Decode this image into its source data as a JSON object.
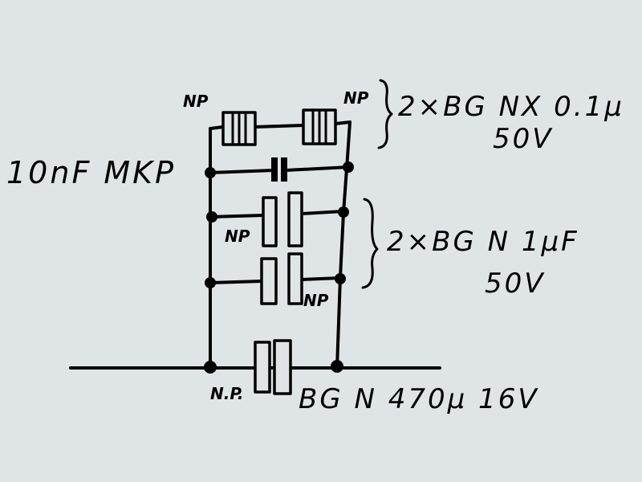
{
  "labels": {
    "mkp": "10nF MKP",
    "np_top_left": "NP",
    "np_top_right": "NP",
    "np_mid_1": "NP",
    "np_mid_2": "NP",
    "np_bottom": "N.P.",
    "group_top": "2×BG NX 0.1μ",
    "group_top_voltage": "50V",
    "group_mid": "2×BG N 1μF",
    "group_mid_voltage": "50V",
    "bottom_cap": "BG N 470μ 16V"
  }
}
